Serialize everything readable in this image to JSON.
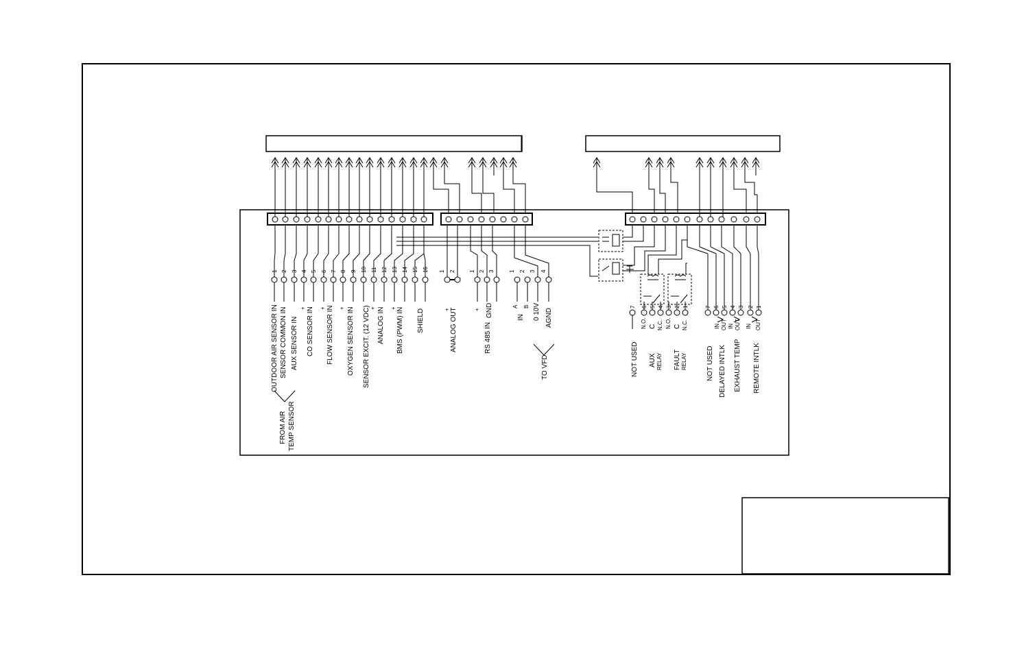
{
  "blocks": {
    "left_sensors": {
      "labels": [
        "OUTDOOR AIR SENSOR IN",
        "SENSOR COMMON IN",
        "AUX SENSOR IN",
        "CO SENSOR IN",
        "FLOW SENSOR IN",
        "OXYGEN SENSOR IN",
        "SENSOR EXCIT. (12 VDC)",
        "ANALOG IN",
        "BMS (PWM) IN",
        "SHIELD"
      ],
      "numbers": [
        "1",
        "2",
        "3",
        "4",
        "5",
        "6",
        "7",
        "8",
        "9",
        "10",
        "11",
        "12",
        "13",
        "14",
        "15",
        "16"
      ],
      "polarity": "+",
      "air_temp_note_1": "FROM AIR",
      "air_temp_note_2": "TEMP SENSOR"
    },
    "middle": {
      "analog_out_label": "ANALOG OUT",
      "analog_numbers": [
        "1",
        "2"
      ],
      "rs485_label": "RS 485 IN",
      "gnd_label": "GND",
      "rs485_numbers": [
        "1",
        "2",
        "3"
      ],
      "rs485_pins": [
        "A",
        "B"
      ],
      "in_label": "IN",
      "vfd_numbers": [
        "1",
        "2",
        "3",
        "4"
      ],
      "v010_label": "0 10V",
      "agnd_label": "AGND",
      "to_vfd_label": "TO VFD",
      "polarity": "+"
    },
    "right_relays": {
      "not_used": "NOT USED",
      "aux": "AUX",
      "relay": "RELAY",
      "fault": "FAULT",
      "no": "N.O.",
      "c": "C",
      "nc": "N.C.",
      "numbers_relay": [
        "7",
        "6",
        "5",
        "4",
        "3",
        "2",
        "1"
      ]
    },
    "right_interlocks": {
      "not_used": "NOT USED",
      "delayed_intlk": "DELAYED INTLK",
      "exhaust_temp": "EXHAUST TEMP",
      "remote_intlk": "REMOTE INTLK",
      "in": "IN",
      "out": "OUT",
      "numbers": [
        "7",
        "6",
        "5",
        "4",
        "3",
        "2",
        "1"
      ]
    }
  }
}
